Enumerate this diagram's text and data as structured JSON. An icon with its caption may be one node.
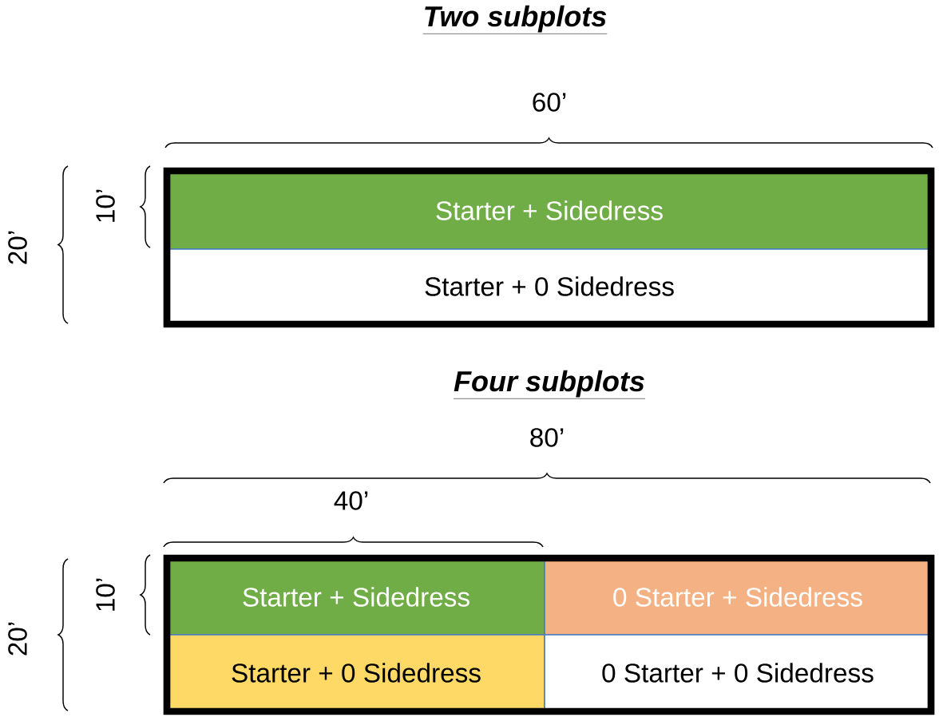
{
  "diagram": {
    "nodes": [
      {
        "text": [
          "Starter + Sidedress"
        ]
      },
      {
        "text": [
          "Starter + 0 Sidedress"
        ]
      },
      {
        "text": [
          "Starter + Sidedress"
        ]
      },
      {
        "text": [
          "0 Starter + Sidedress"
        ]
      },
      {
        "text": [
          "Starter + 0 Sidedress"
        ]
      },
      {
        "text": [
          "0 Starter + 0 Sidedress"
        ]
      }
    ],
    "labels": [
      "Two subplots",
      "60’",
      "20’",
      "10’",
      "Four subplots",
      "80’",
      "40’",
      "20’",
      "10’"
    ]
  }
}
